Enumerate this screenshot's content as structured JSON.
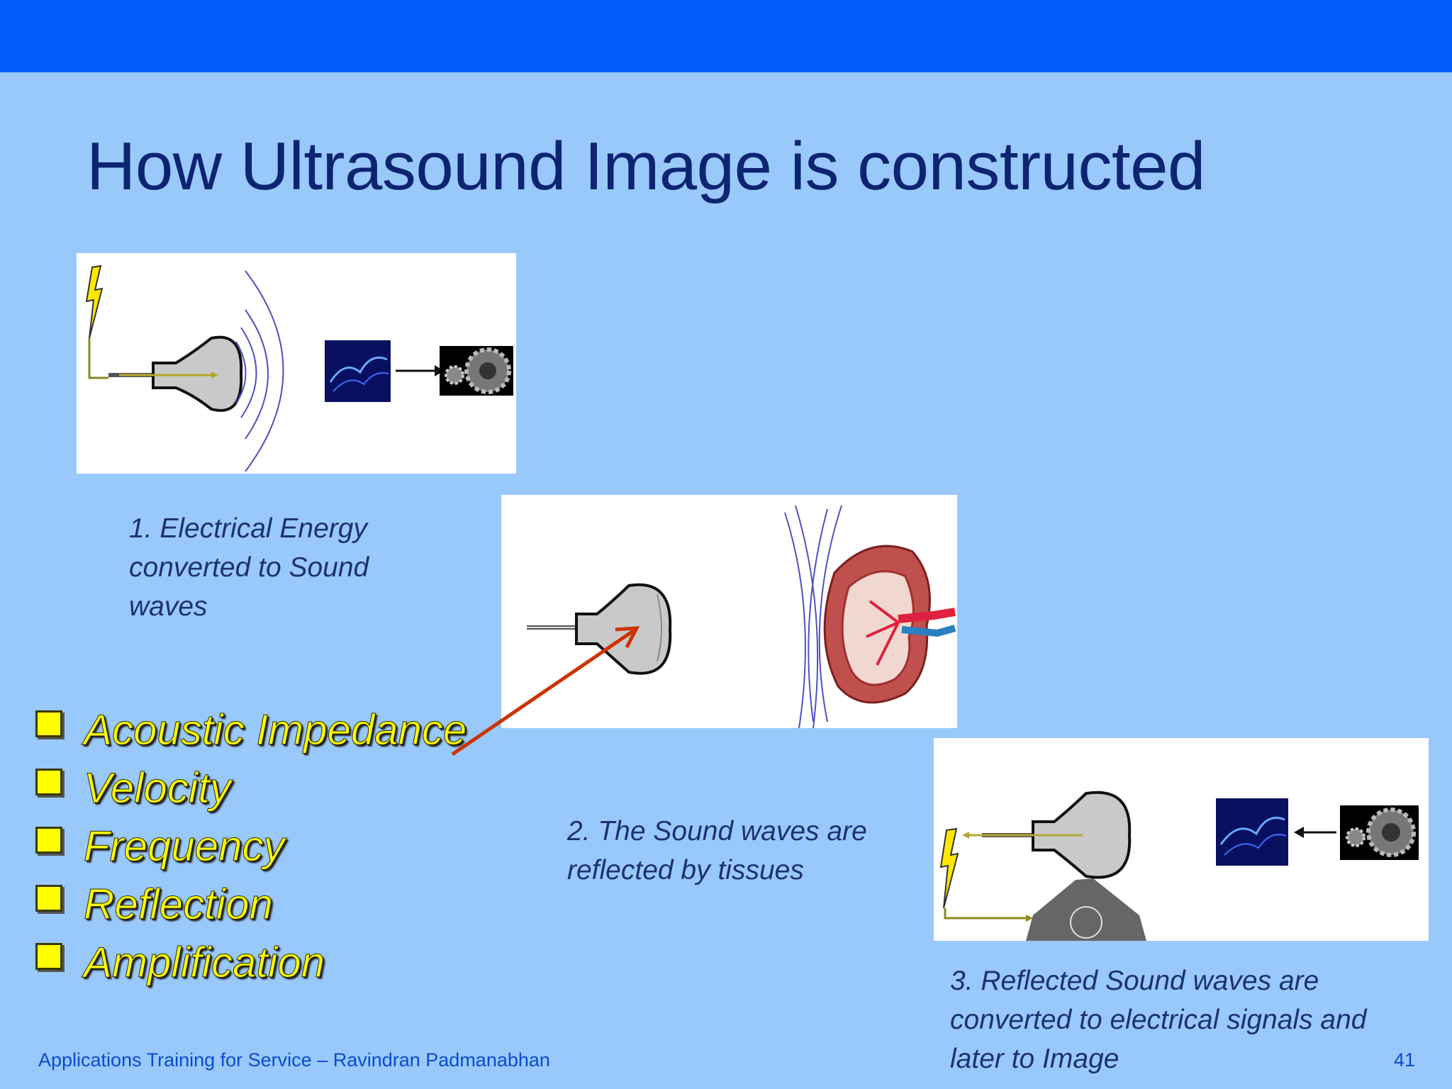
{
  "slide": {
    "title": "How Ultrasound Image is constructed",
    "steps": [
      {
        "caption_lines": [
          "1. Electrical Energy",
          "converted to Sound",
          "waves"
        ]
      },
      {
        "caption_lines": [
          "2.  The Sound waves are",
          "reflected by tissues"
        ]
      },
      {
        "caption_lines": [
          "3.  Reflected Sound waves are",
          "converted to electrical signals and",
          "later to Image"
        ]
      }
    ],
    "factors": [
      "Acoustic Impedance",
      "Velocity",
      "Frequency",
      "Reflection",
      "Amplification"
    ],
    "footer": {
      "presenter": "Applications Training for Service – Ravindran Padmanabhan",
      "page_number": "41"
    }
  },
  "colors": {
    "header_bar": "#005cfb",
    "background": "#99c9fb",
    "title": "#0e2472",
    "bullet_text": "#ffff00",
    "pointer_arrow": "#cc3300",
    "footer_text": "#0a4bd0"
  },
  "icons": [
    "lightning-icon",
    "transducer-icon",
    "electric-signal-icon",
    "gear-icon",
    "kidney-icon",
    "checkbox-bullet-icon"
  ]
}
